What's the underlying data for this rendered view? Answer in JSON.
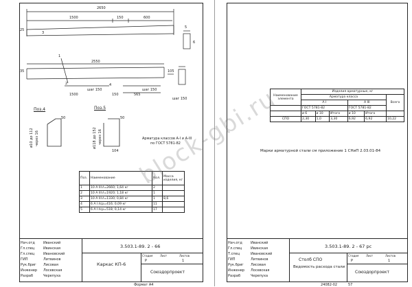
{
  "left_sheet": {
    "dims_top": {
      "total": "2650",
      "a": "1500",
      "b": "150",
      "c": "600"
    },
    "dims_mid": {
      "total": "2550",
      "a": "1500",
      "b": "150",
      "c": "565"
    },
    "markers": {
      "m1": "1",
      "m2": "2",
      "m3": "3",
      "m4": "4",
      "m5": "5",
      "m6": "6",
      "m25": "25",
      "m35": "35",
      "m105": "105"
    },
    "pitch": {
      "a": "шаг 150",
      "b": "шаг 150",
      "c": "шаг 150"
    },
    "pos4_label": "Поз.4",
    "pos5_label": "Поз.5",
    "pos4_dims": {
      "a": "50",
      "b": "ø10 до 112",
      "c": "через 16"
    },
    "pos5_dims": {
      "a": "ø118 до 152",
      "b": "через 16",
      "c": "50",
      "d": "104"
    },
    "rebar_note": [
      "Арматура классов А-I и А-III",
      "по ГОСТ 5781-82"
    ],
    "spec_table": {
      "headers": [
        "Поз.",
        "Наименование",
        "Кол.",
        "Масса изделия, кг"
      ],
      "rows": [
        [
          "1",
          "10 А III  ℓ=2660; 1,64 кг",
          "2",
          ""
        ],
        [
          "2",
          "10 А III  ℓ=1920; 1,18 кг",
          "1",
          ""
        ],
        [
          "3",
          "10 А III  ℓ=1330; 0,84 кг",
          "1",
          "8,6"
        ],
        [
          "4",
          "6 А I  ℓср=416; 0,09 кг",
          "11",
          ""
        ],
        [
          "5",
          "6 А I  ℓср=518; 0,14 кг",
          "17",
          ""
        ]
      ]
    },
    "title_block": {
      "doc_code": "3.503.1-89. 2 - 66",
      "name": "Каркас КП-6",
      "org": "Союздорпроект",
      "stage_h": "Стадия",
      "sheet_h": "Лист",
      "sheets_h": "Листов",
      "stage": "Р",
      "sheet": "1",
      "people": [
        [
          "Нач.отд",
          "Иванский"
        ],
        [
          "Гл.спец",
          "Ивинская"
        ],
        [
          "Гл.спец",
          "Ивановский"
        ],
        [
          "ГИП",
          "Литвинов"
        ],
        [
          "Рук.бриг",
          "Лисовая"
        ],
        [
          "Инженер",
          "Лосевская"
        ],
        [
          "Разраб",
          "Черепуха"
        ]
      ],
      "format": "Формат А4"
    }
  },
  "right_sheet": {
    "table": {
      "col_name": "Наименование элемента",
      "h_items": "Изделия арматурные, кг",
      "h_class": "Арматура класса",
      "h_ai": "А I",
      "h_aiii": "А III",
      "h_gost_i": "ГОСТ 5781-82",
      "h_gost_iii": "ГОСТ 5781-82",
      "h_total": "Всего",
      "sub": [
        "ø 6",
        "ø 10",
        "Итого",
        "ø 10",
        "Итого"
      ],
      "row_name": "СПО",
      "values": [
        "2,30",
        "1,0",
        "3,30",
        "6,92",
        "6,92",
        "10,22"
      ]
    },
    "note": "Марки арматурной стали см приложение 1 СНиП 2.03.01-84",
    "title_block": {
      "doc_code": "3.503.1-89. 2 - 67 рс",
      "name": [
        "Столб СПО",
        "Ведомость расхода стали"
      ],
      "org": "Союздорпроект",
      "stage_h": "Стадия",
      "sheet_h": "Лист",
      "sheets_h": "Листов",
      "stage": "Р",
      "sheet": "1",
      "people": [
        [
          "Нач.отд",
          "Иванский"
        ],
        [
          "Гл.спец",
          "Ивинская"
        ],
        [
          "Т.спец",
          "Ивановский"
        ],
        [
          "ГИП",
          "Литвинов"
        ],
        [
          "Рук.бриг",
          "Лисовая"
        ],
        [
          "Инженер",
          "Лосевская"
        ],
        [
          "Разраб",
          "Черепуха"
        ]
      ],
      "footer": [
        "24082-02",
        "57"
      ]
    }
  },
  "watermark": "block-gbi.ru"
}
